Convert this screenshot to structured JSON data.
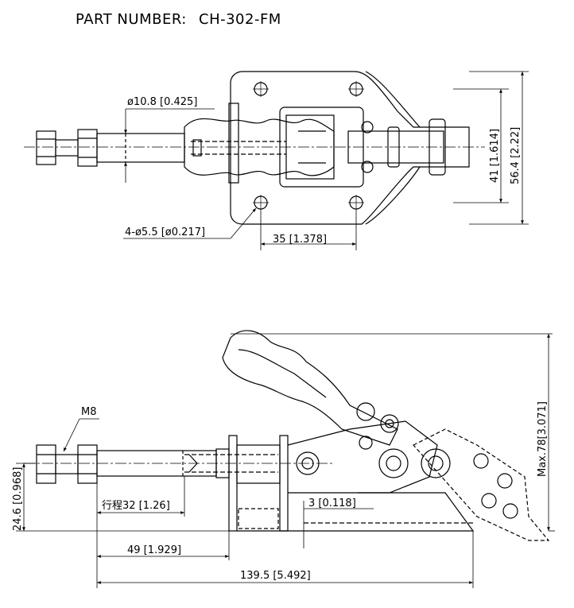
{
  "header": {
    "part_label": "PART NUMBER:",
    "part_value": "CH-302-FM"
  },
  "top_view": {
    "dim_rod_diameter": "ø10.8 [0.425]",
    "dim_mount_holes": "4-ø5.5 [ø0.217]",
    "dim_hole_spacing": "35 [1.378]",
    "dim_inner_height": "41 [1.614]",
    "dim_outer_height": "56.4 [2.22]"
  },
  "side_view": {
    "dim_thread": "M8",
    "dim_stroke": "行程32 [1.26]",
    "dim_offset": "3 [0.118]",
    "dim_rod_length": "49 [1.929]",
    "dim_overall_length": "139.5 [5.492]",
    "dim_base_height": "24.6 [0.968]",
    "dim_max_height": "Max.78[3.071]"
  },
  "colors": {
    "line": "#000000",
    "background": "#ffffff"
  }
}
